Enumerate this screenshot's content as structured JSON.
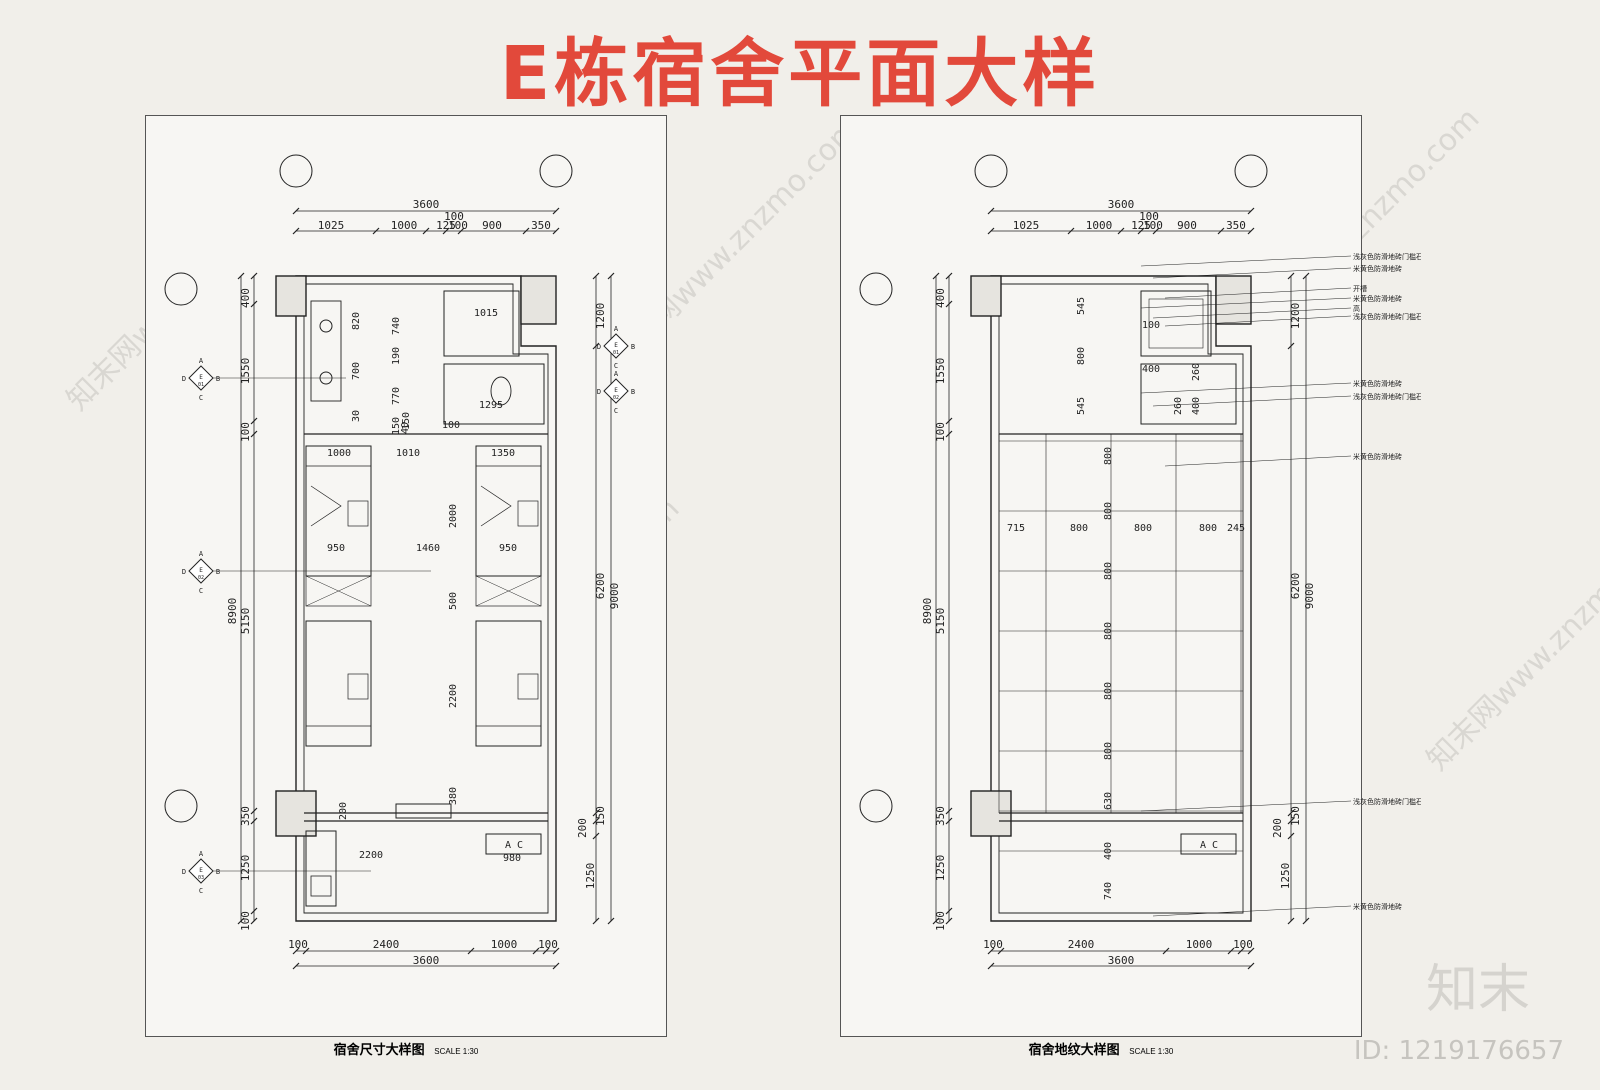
{
  "title": "E栋宿舍平面大样",
  "colors": {
    "title": "#e2493b",
    "line": "#222222",
    "wall": "#9a9a9a",
    "watermark": "#d9d7d2"
  },
  "watermark": "知末网www.znzmo.com",
  "left_panel": {
    "caption": "宿舍尺寸大样图",
    "scale": "SCALE 1:30",
    "dims_top": [
      "3600",
      "100",
      "1025",
      "1000",
      "125",
      "100",
      "900",
      "350"
    ],
    "dims_left": [
      "400",
      "1550",
      "100",
      "5150",
      "8900",
      "350",
      "1250",
      "100"
    ],
    "dims_right": [
      "1200",
      "6200",
      "9000",
      "200",
      "150",
      "1250"
    ],
    "dims_bottom": [
      "100",
      "2400",
      "1000",
      "100",
      "3600"
    ],
    "dims_inner": [
      "1015",
      "1295",
      "820",
      "740",
      "190",
      "770",
      "700",
      "150",
      "40",
      "30",
      "1000",
      "1010",
      "1350",
      "2000",
      "950",
      "1460",
      "950",
      "500",
      "2200",
      "380",
      "200",
      "2200",
      "980",
      "100",
      "150"
    ],
    "ac_label": "A C",
    "markers": [
      "A",
      "B",
      "C",
      "D",
      "E",
      "01",
      "02",
      "03"
    ]
  },
  "right_panel": {
    "caption": "宿舍地纹大样图",
    "scale": "SCALE 1:30",
    "dims_top": [
      "3600",
      "100",
      "1025",
      "1000",
      "125",
      "100",
      "900",
      "350"
    ],
    "dims_left": [
      "400",
      "1550",
      "100",
      "5150",
      "8900",
      "350",
      "1250",
      "100"
    ],
    "dims_right": [
      "1200",
      "6200",
      "9000",
      "200",
      "150",
      "1250"
    ],
    "dims_bottom": [
      "100",
      "2400",
      "1000",
      "100",
      "3600"
    ],
    "dims_inner": [
      "545",
      "800",
      "545",
      "100",
      "400",
      "260",
      "400",
      "260",
      "800",
      "715",
      "800",
      "800",
      "800",
      "245",
      "800",
      "800",
      "800",
      "800",
      "800",
      "630",
      "400",
      "740"
    ],
    "notes": [
      "浅灰色防滑地砖门槛石",
      "米黄色防滑地砖",
      "开槽",
      "米黄色防滑地砖",
      "高",
      "浅灰色防滑地砖门槛石",
      "米黄色防滑地砖",
      "浅灰色防滑地砖门槛石",
      "米黄色防滑地砖",
      "浅灰色防滑地砖门槛石",
      "米黄色防滑地砖"
    ],
    "ac_label": "A C"
  },
  "brand_logo": "知末",
  "image_id": "ID: 1219176657"
}
